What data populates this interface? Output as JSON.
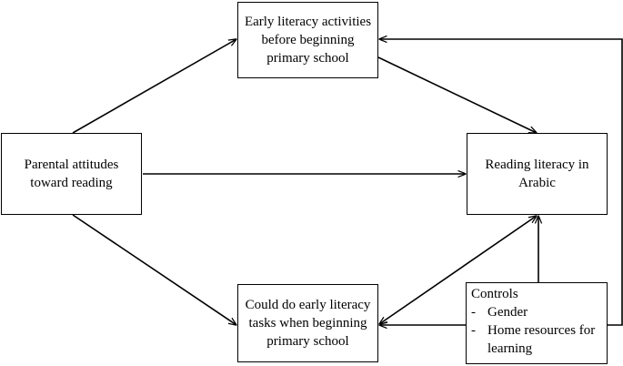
{
  "nodes": {
    "early_literacy": {
      "lines": [
        "Early literacy activities",
        "before beginning",
        "primary school"
      ]
    },
    "parental_attitudes": {
      "lines": [
        "Parental attitudes",
        "toward reading"
      ]
    },
    "reading_literacy": {
      "lines": [
        "Reading literacy in",
        "Arabic"
      ]
    },
    "could_do_tasks": {
      "lines": [
        "Could do early literacy",
        "tasks when beginning",
        "primary school"
      ]
    },
    "controls": {
      "title": "Controls",
      "items": [
        {
          "dash": "-",
          "lines": [
            "Gender"
          ]
        },
        {
          "dash": "-",
          "lines": [
            "Home resources for",
            "learning"
          ]
        }
      ]
    }
  },
  "edges": [
    {
      "from": "parental_attitudes",
      "to": "early_literacy"
    },
    {
      "from": "parental_attitudes",
      "to": "reading_literacy"
    },
    {
      "from": "parental_attitudes",
      "to": "could_do_tasks"
    },
    {
      "from": "early_literacy",
      "to": "reading_literacy"
    },
    {
      "from": "could_do_tasks",
      "to": "reading_literacy"
    },
    {
      "from": "controls",
      "to": "reading_literacy"
    },
    {
      "from": "controls",
      "to": "could_do_tasks"
    },
    {
      "from": "controls",
      "to": "early_literacy"
    }
  ]
}
